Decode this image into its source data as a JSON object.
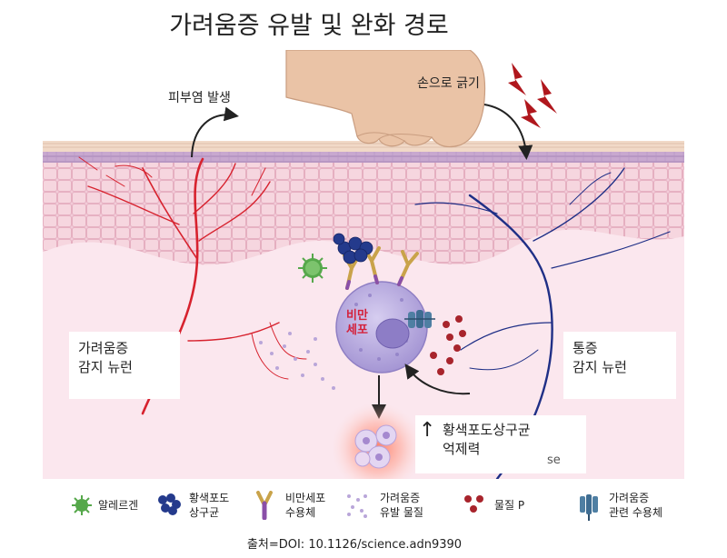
{
  "title": "가려움증 유발 및 완화 경로",
  "labels": {
    "dermatitis": "피부염 발생",
    "scratching": "손으로 긁기",
    "mast_cell": [
      "비만",
      "세포"
    ],
    "itch_neuron": [
      "가려움증",
      "감지 뉴런"
    ],
    "pain_neuron": [
      "통증",
      "감지 뉴런"
    ],
    "staph_suppression": [
      "황색포도상구균",
      "억제력"
    ],
    "arrow_up": "↑",
    "watermark": "se"
  },
  "legend": [
    {
      "icon": "allergen-icon",
      "text": [
        "알레르겐"
      ]
    },
    {
      "icon": "staph-aureus-icon",
      "text": [
        "황색포도",
        "상구균"
      ]
    },
    {
      "icon": "mast-cell-receptor-icon",
      "text": [
        "비만세포",
        "수용체"
      ]
    },
    {
      "icon": "itch-substance-icon",
      "text": [
        "가려움증",
        "유발 물질"
      ]
    },
    {
      "icon": "substance-p-icon",
      "text": [
        "물질 P"
      ]
    },
    {
      "icon": "itch-receptor-icon",
      "text": [
        "가려움증",
        "관련 수용체"
      ]
    }
  ],
  "source": "출처=DOI: 10.1126/science.adn9390",
  "colors": {
    "itch_neuron": "#d7222e",
    "pain_neuron": "#1f2f86",
    "mast_cell": "#a99ad6",
    "staph": "#243a8c",
    "substance_p": "#a8242c",
    "allergen": "#56a84b",
    "lightning": "#b0171d"
  }
}
